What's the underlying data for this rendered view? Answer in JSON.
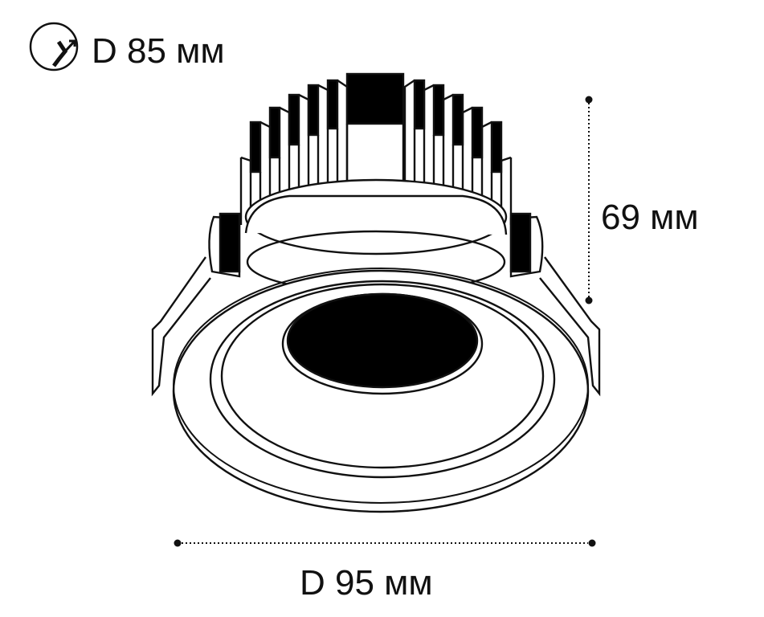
{
  "cutout": {
    "icon": "cutout-diameter-icon",
    "label": "D 85 мм"
  },
  "dimensions": {
    "height": {
      "label": "69 мм"
    },
    "width": {
      "label": "D 95 мм"
    }
  },
  "colors": {
    "line": "#111111",
    "fill": "#000000",
    "background": "#ffffff"
  }
}
